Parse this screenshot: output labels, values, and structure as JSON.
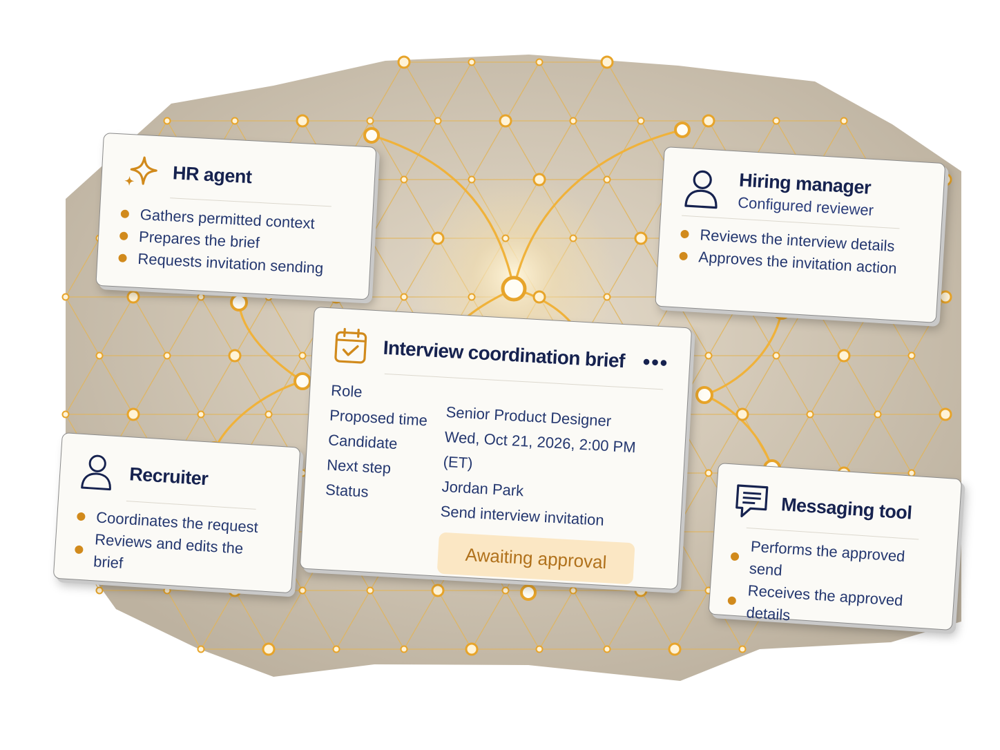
{
  "colors": {
    "accent": "#e7a42a",
    "node_fill": "#fff3d6",
    "card_text": "#1b2a5c",
    "bullet": "#d18a1c",
    "badge_bg": "#fbe7c4",
    "badge_text": "#b0711b",
    "mesh_bg": "#c9bfae"
  },
  "hr_agent": {
    "icon": "sparkle-icon",
    "title": "HR agent",
    "bullets": [
      "Gathers permitted context",
      "Prepares the brief",
      "Requests invitation sending"
    ]
  },
  "hiring_manager": {
    "icon": "person-icon",
    "title": "Hiring manager",
    "subtitle": "Configured reviewer",
    "bullets": [
      "Reviews the interview details",
      "Approves the invitation action"
    ]
  },
  "recruiter": {
    "icon": "person-icon",
    "title": "Recruiter",
    "bullets": [
      "Coordinates the request",
      "Reviews and edits the brief"
    ]
  },
  "messaging_tool": {
    "icon": "message-icon",
    "title": "Messaging tool",
    "bullets": [
      "Performs the approved send",
      "Receives the approved details"
    ]
  },
  "brief": {
    "icon": "calendar-check-icon",
    "title": "Interview coordination brief",
    "more": "•••",
    "labels": [
      "Role",
      "Proposed time",
      "Candidate",
      "Next step",
      "Status"
    ],
    "values": [
      "Senior Product Designer",
      "Wed, Oct 21, 2026, 2:00 PM (ET)",
      "Jordan Park",
      "Send interview invitation"
    ],
    "status": "Awaiting approval"
  }
}
